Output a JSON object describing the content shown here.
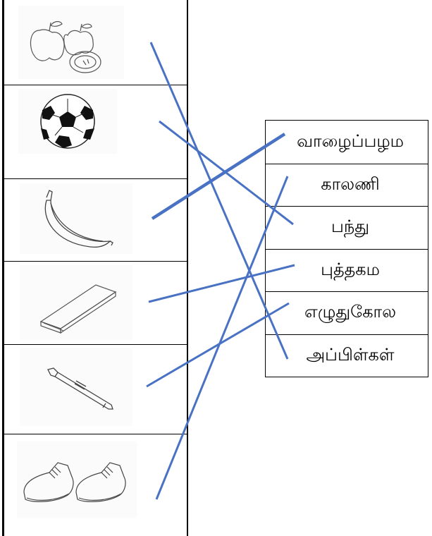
{
  "pictures": [
    {
      "icon": "apples-icon"
    },
    {
      "icon": "football-icon"
    },
    {
      "icon": "banana-icon"
    },
    {
      "icon": "book-icon"
    },
    {
      "icon": "pen-icon"
    },
    {
      "icon": "shoes-icon"
    }
  ],
  "words": [
    "வாழைப்பழம",
    "காலணி",
    "பந்து",
    "புத்தகம",
    "எழுதுகோல",
    "அப்பிள்கள்"
  ],
  "matches": [
    {
      "picture": "apples-icon",
      "word": "அப்பிள்கள்"
    },
    {
      "picture": "football-icon",
      "word": "பந்து"
    },
    {
      "picture": "banana-icon",
      "word": "வாழைப்பழம"
    },
    {
      "picture": "book-icon",
      "word": "புத்தகம"
    },
    {
      "picture": "pen-icon",
      "word": "எழுதுகோல"
    },
    {
      "picture": "shoes-icon",
      "word": "காலணி"
    }
  ],
  "colors": {
    "line": "#4a72c4",
    "border": "#000000"
  }
}
